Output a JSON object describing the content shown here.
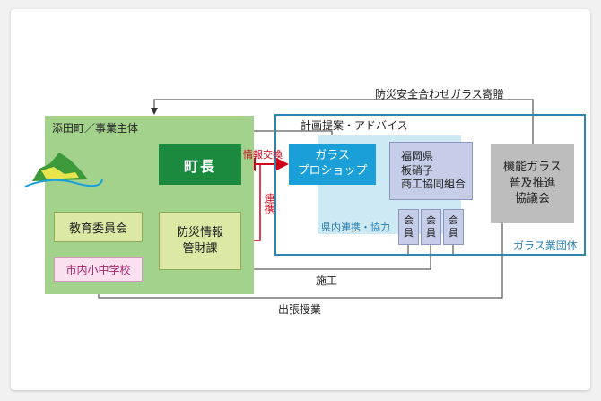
{
  "top_arrow_label": "防災安全合わせガラス寄贈",
  "town_region_label": "添田町／事業主体",
  "industry_region_label": "ガラス業団体",
  "inner_region_label": "県内連携・協力",
  "proposal_label": "計画提案・アドバイス",
  "exchange_label": "情報交換",
  "cooperation_label": "連携",
  "construction_label": "施工",
  "lecture_label": "出張授業",
  "boxes": {
    "mayor": "町長",
    "education": "教育委員会",
    "school": "市内小中学校",
    "disaster_line1": "防災情報",
    "disaster_line2": "管財課",
    "glass_line1": "ガラス",
    "glass_line2": "プロショップ",
    "fukuoka_line1": "福岡県",
    "fukuoka_line2": "板硝子",
    "fukuoka_line3": "商工協同組合",
    "member": "会員",
    "kino_line1": "機能ガラス",
    "kino_line2": "普及推進",
    "kino_line3": "協議会"
  },
  "colors": {
    "town_green": "#a3d28c",
    "mayor_green": "#1b8a3f",
    "glass_blue": "#1a9fd8",
    "region_border": "#2e86b0",
    "accent_red": "#d0021b"
  }
}
